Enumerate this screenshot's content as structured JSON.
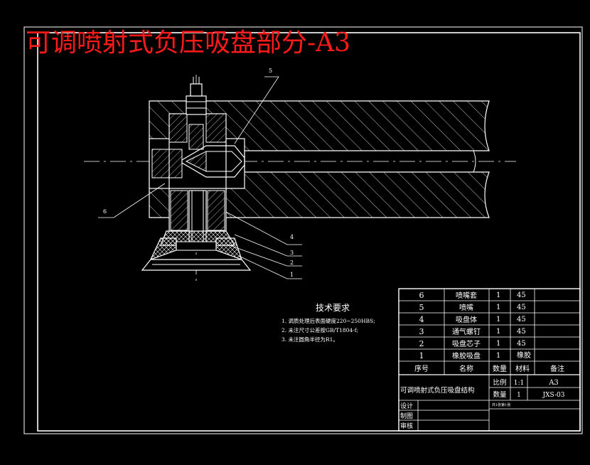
{
  "title": "可调喷射式负压吸盘部分-A3",
  "callouts": [
    "5",
    "6",
    "4",
    "3",
    "2",
    "1"
  ],
  "tech": {
    "heading": "技术要求",
    "lines": [
      "1. 调质处理后表面硬度220~250HBS;",
      "2. 未注尺寸公差按GB/T1804-f;",
      "3. 未注圆角半径为R1。"
    ]
  },
  "bom": {
    "rows": [
      {
        "no": "6",
        "name": "喷嘴套",
        "qty": "1",
        "mat": "45"
      },
      {
        "no": "5",
        "name": "喷嘴",
        "qty": "1",
        "mat": "45"
      },
      {
        "no": "4",
        "name": "吸盘体",
        "qty": "1",
        "mat": "45"
      },
      {
        "no": "3",
        "name": "通气螺钉",
        "qty": "1",
        "mat": "45"
      },
      {
        "no": "2",
        "name": "吸盘芯子",
        "qty": "1",
        "mat": "45"
      },
      {
        "no": "1",
        "name": "橡胶吸盘",
        "qty": "1",
        "mat": "橡胶"
      }
    ],
    "header": {
      "no": "序号",
      "name": "名称",
      "qty": "数量",
      "mat": "材料",
      "note": "备注"
    }
  },
  "titleblock": {
    "drawing_name": "可调喷射式负压吸盘结构",
    "scale_label": "比例",
    "scale": "1:1",
    "size": "A3",
    "qty_label": "数量",
    "qty": "1",
    "code": "JXS-03",
    "sheet": "共1张第1张",
    "design": "设计",
    "draft": "制图",
    "review": "审核"
  },
  "colors": {
    "background": "#000000",
    "lines": "#ffffff",
    "title": "#ff1a1a"
  }
}
